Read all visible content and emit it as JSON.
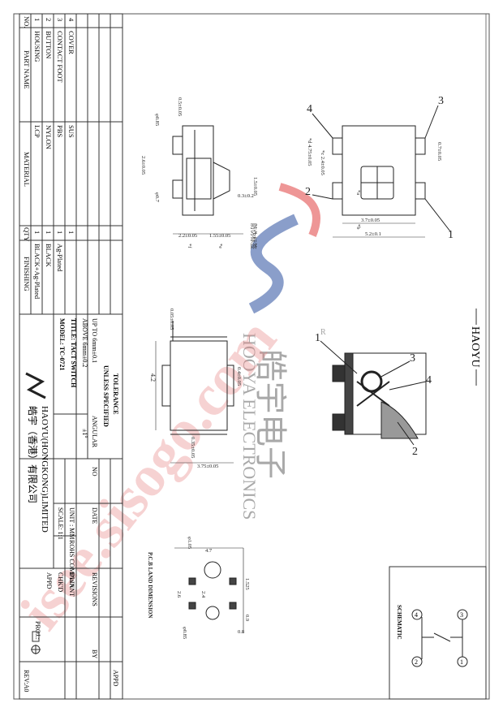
{
  "header": {
    "brand_side": "HAOYU"
  },
  "bom": {
    "headers": {
      "no": "NO.",
      "part_name": "PART   NAME",
      "material": "MATERIAL",
      "qty": "QTY",
      "finishing": "FINISHING"
    },
    "rows": [
      {
        "no": "1",
        "part": "HOUSING",
        "material": "LCP",
        "qty": "1",
        "finishing": "BLACK+Ag-Plated"
      },
      {
        "no": "2",
        "part": "BUTTON",
        "material": "NYLON",
        "qty": "1",
        "finishing": "BLACK"
      },
      {
        "no": "3",
        "part": "CONTACT FOOT",
        "material": "PBS",
        "qty": "1",
        "finishing": "Ag-Plated"
      },
      {
        "no": "4",
        "part": "COVER",
        "material": "SUS",
        "qty": "1",
        "finishing": ""
      }
    ]
  },
  "title_block": {
    "tolerance_title": "TOLERANCE",
    "unless_specified": "UNLESS  SPECIFIED",
    "up_to": "UP TO  6mm±0.1",
    "above": "ABOVE  6mm±0.2",
    "angular_label": "ANGULAR",
    "angular_value": "±1°",
    "title": "TITLE: TACT SWITCH",
    "model": "MODEL: TC-0721",
    "company_en": "HAOYU(HONGKONG)LIMITED",
    "company_cn": "皓宇（香港）有限公司",
    "unit": "UNIT :  MM",
    "scale": "SCALE:  1:1",
    "rohs": "ROHS COMPLIANT",
    "no": "NO",
    "date": "DATE",
    "revisions": "REVISIONS",
    "by": "BY",
    "appd": "APPD",
    "dwn": "DWN",
    "chkd": "CHK'D",
    "appd2": "APPD",
    "proj": "PROJ.:",
    "rev": "REV:A0"
  },
  "watermark": {
    "cn": "皓宇电子",
    "en": "HOOYA ELECTRONICS",
    "reg": "R",
    "url": "isee.sisogo.com",
    "tag": "防伪标签"
  },
  "drawing": {
    "top_view": {
      "dims": [
        "0.5±0.05",
        "φ0.85",
        "2.6±0.05",
        "φ0.7",
        "2.2±0.05",
        "1.55±0.05",
        "0.3±0.2",
        "1.5±0.05",
        "*f",
        "*e"
      ]
    },
    "front_view": {
      "dims": [
        "0.7±0.05",
        "*c 2.4±0.05",
        "*d 4.75±0.05",
        "3.7±0.05",
        "5.2±0.1",
        "*a",
        "*b"
      ],
      "callouts": [
        "1",
        "2",
        "3",
        "4"
      ]
    },
    "side_view": {
      "dims": [
        "0.05±0.05",
        "4.2",
        "0.35±0.05",
        "3.75±0.05",
        "0.4±0.05"
      ]
    },
    "section_view": {
      "callouts": [
        "1",
        "2",
        "3",
        "4"
      ]
    },
    "pcb": {
      "title": "P.C.B LAND DIMENSION",
      "dims": [
        "φ1.05",
        "4.7",
        "2.6",
        "2.4",
        "1.525",
        "0.9",
        "0.8",
        "φ0.85"
      ]
    },
    "schematic": {
      "title": "SCHEMATIC",
      "pins": [
        "1",
        "2",
        "3",
        "4"
      ]
    }
  }
}
